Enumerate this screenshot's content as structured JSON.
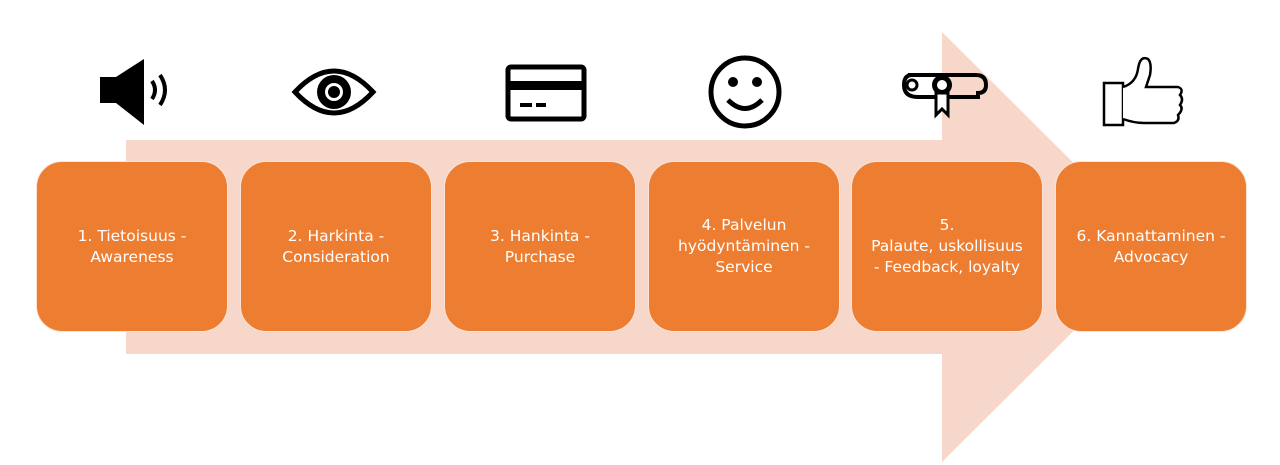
{
  "colors": {
    "box": "#ED7D31",
    "arrow": "#F8D7CB",
    "icon": "#000000"
  },
  "steps": [
    {
      "label": "1. Tietoisuus -\nAwareness",
      "icon": "speaker-icon"
    },
    {
      "label": "2. Harkinta -\nConsideration",
      "icon": "eye-icon"
    },
    {
      "label": "3. Hankinta -\nPurchase",
      "icon": "credit-card-icon"
    },
    {
      "label": "4. Palvelun\nhyödyntäminen -\nService",
      "icon": "smiley-icon"
    },
    {
      "label": "5.\nPalaute, uskollisuus\n- Feedback, loyalty",
      "icon": "diploma-icon"
    },
    {
      "label": "6. Kannattaminen -\nAdvocacy",
      "icon": "thumbs-up-icon"
    }
  ]
}
